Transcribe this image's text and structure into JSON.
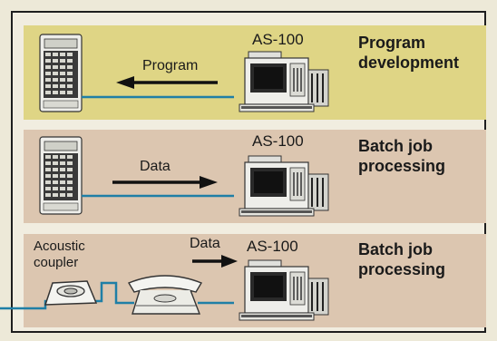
{
  "panels": [
    {
      "model": "AS-100",
      "arrow_label": "Program",
      "description": [
        "Program",
        "development"
      ]
    },
    {
      "model": "AS-100",
      "arrow_label": "Data",
      "description": [
        "Batch job",
        "processing"
      ]
    },
    {
      "model": "AS-100",
      "arrow_label": "Data",
      "device_label": [
        "Acoustic",
        "coupler"
      ],
      "description": [
        "Batch job",
        "processing"
      ]
    }
  ],
  "colors": {
    "panel_1": "#dfd585",
    "panel_2_3": "#dcc6b0",
    "cable": "#1f7fa6"
  }
}
